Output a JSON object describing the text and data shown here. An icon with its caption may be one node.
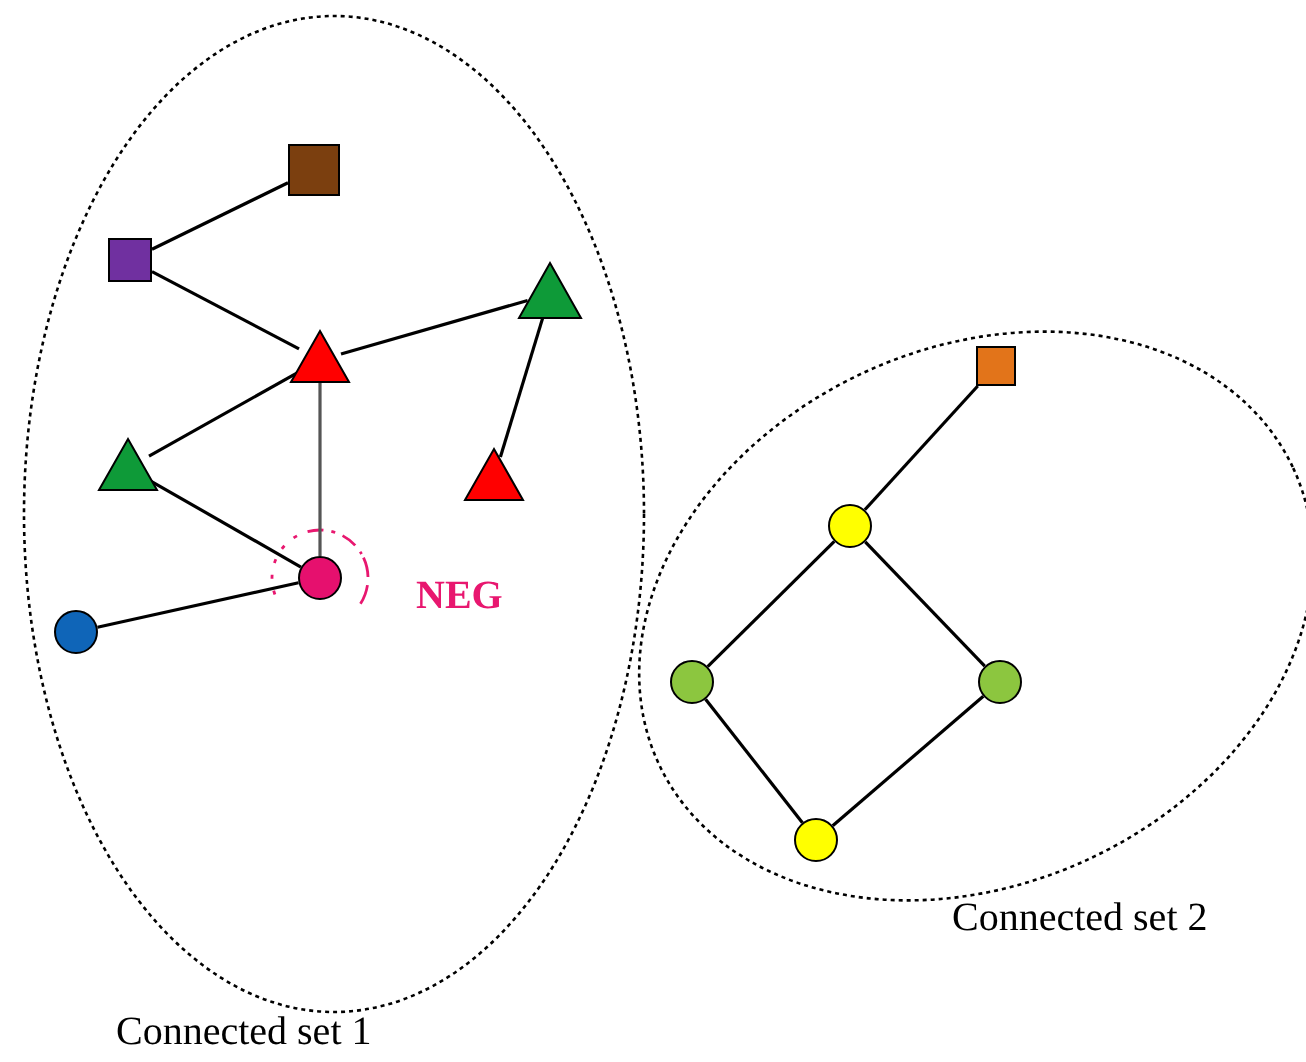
{
  "diagram": {
    "nodes": [
      {
        "text": [
          "Connected set 1"
        ]
      },
      {
        "text": [
          "Connected set 2"
        ]
      },
      {
        "text": [],
        "shape": "box",
        "in": 0
      },
      {
        "text": [],
        "shape": "box",
        "in": 0
      },
      {
        "text": [],
        "shape": "triangle",
        "in": 0
      },
      {
        "text": [],
        "shape": "triangle",
        "in": 0
      },
      {
        "text": [],
        "shape": "triangle",
        "in": 0
      },
      {
        "text": [],
        "shape": "triangle",
        "in": 0
      },
      {
        "text": [],
        "shape": "circle",
        "in": 0,
        "beside": [
          "NEG"
        ]
      },
      {
        "text": [],
        "shape": "circle",
        "in": 0
      },
      {
        "text": [],
        "shape": "box",
        "in": 1
      },
      {
        "text": [],
        "shape": "circle",
        "in": 1
      },
      {
        "text": [],
        "shape": "circle",
        "in": 1
      },
      {
        "text": [],
        "shape": "circle",
        "in": 1
      },
      {
        "text": [],
        "shape": "circle",
        "in": 1
      }
    ],
    "edges": [
      {
        "from": 3,
        "to": 2,
        "arrow": "none"
      },
      {
        "from": 3,
        "to": 5,
        "arrow": "none"
      },
      {
        "from": 5,
        "to": 4,
        "arrow": "none"
      },
      {
        "from": 4,
        "to": 7,
        "arrow": "none"
      },
      {
        "from": 5,
        "to": 6,
        "arrow": "none"
      },
      {
        "from": 5,
        "to": 8,
        "arrow": "none",
        "color": "#555555"
      },
      {
        "from": 6,
        "to": 8,
        "arrow": "none"
      },
      {
        "from": 9,
        "to": 8,
        "arrow": "none"
      },
      {
        "from": 10,
        "to": 11,
        "arrow": "none"
      },
      {
        "from": 11,
        "to": 12,
        "arrow": "none"
      },
      {
        "from": 11,
        "to": 13,
        "arrow": "none"
      },
      {
        "from": 12,
        "to": 14,
        "arrow": "none"
      },
      {
        "from": 13,
        "to": 14,
        "arrow": "none"
      }
    ]
  }
}
